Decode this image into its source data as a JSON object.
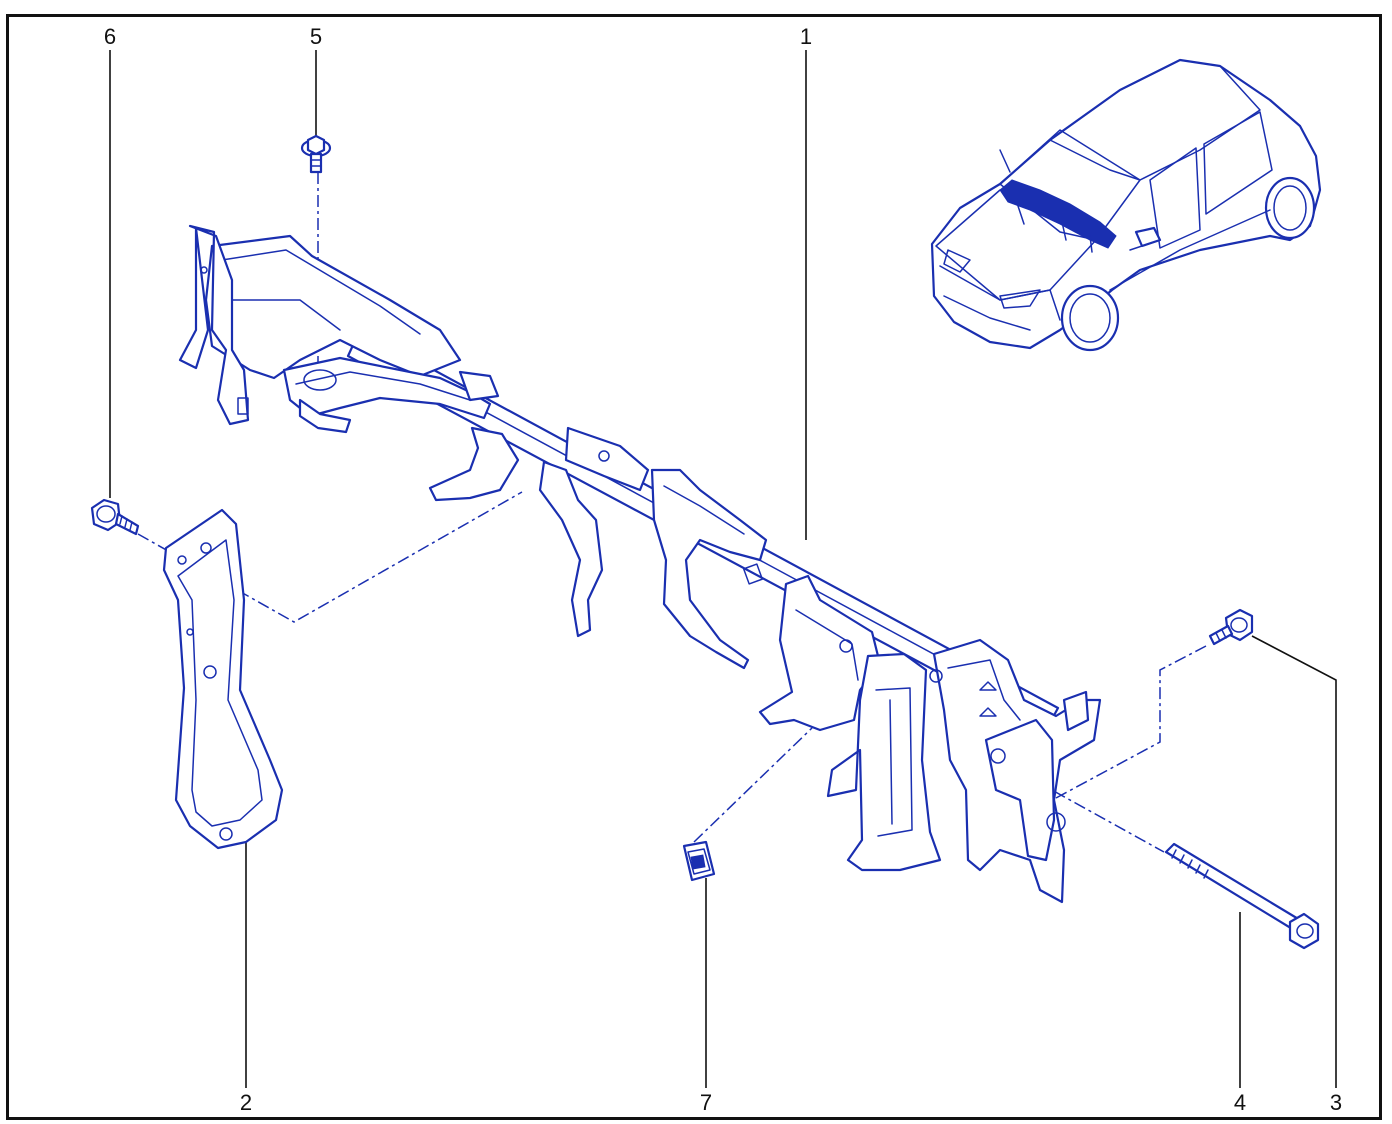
{
  "callouts": {
    "c1": "1",
    "c2": "2",
    "c3": "3",
    "c4": "4",
    "c5": "5",
    "c6": "6",
    "c7": "7"
  },
  "colors": {
    "line": "#1a2fb0",
    "text": "#111111",
    "background": "#ffffff"
  }
}
